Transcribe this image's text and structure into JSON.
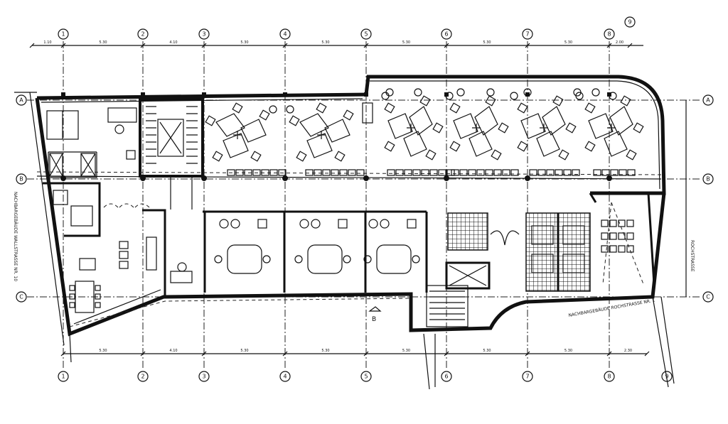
{
  "grid": {
    "columns": [
      "1",
      "2",
      "3",
      "4",
      "5",
      "6",
      "7",
      "8",
      "9"
    ],
    "rows": [
      "A",
      "B",
      "C"
    ]
  },
  "dimensions": {
    "top": [
      "1.10",
      "5.30",
      "4.10",
      "5.30",
      "5.30",
      "5.30",
      "5.30",
      "5.30",
      "2.00"
    ],
    "bottom": [
      "5.30",
      "4.10",
      "5.30",
      "5.30",
      "5.30",
      "5.30",
      "5.30",
      "2.30"
    ]
  },
  "labels": {
    "neighbor_left": "NACHBARGEBÄUDE WALLSTRASSE NR. 10",
    "neighbor_right": "NACHBARGEBÄUDE ROCHSTRASSE NR. 1",
    "street_right": "ROCHSTRASSE",
    "section_mark": "B"
  }
}
